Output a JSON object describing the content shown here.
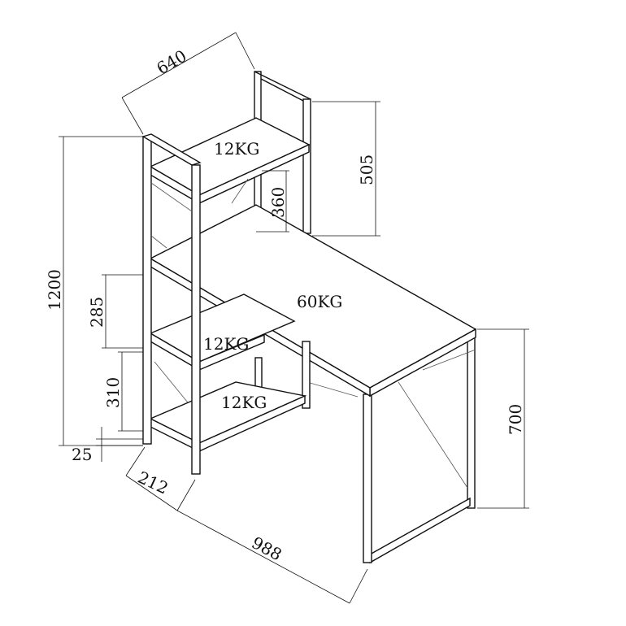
{
  "title": "Desk with shelf unit dimension drawing",
  "dimensions": {
    "shelf_depth": "640",
    "shelf_height_above_desk": "505",
    "top_shelf_clearance": "360",
    "total_height": "1200",
    "middle_shelf_spacing": "285",
    "bottom_shelf_spacing": "310",
    "foot_clearance": "25",
    "shelf_width": "212",
    "desk_width": "988",
    "desk_height": "700"
  },
  "loads": {
    "top_shelf": "12KG",
    "desktop": "60KG",
    "middle_shelf": "12KG",
    "bottom_shelf": "12KG"
  }
}
